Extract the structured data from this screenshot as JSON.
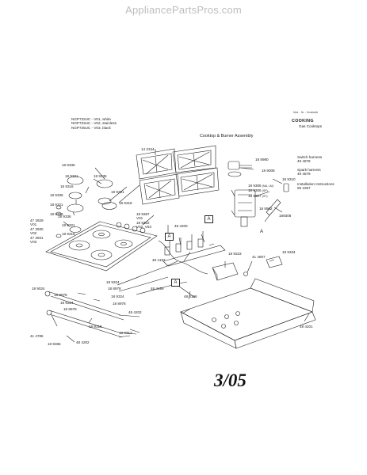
{
  "watermark": "AppliancePartsPros.com",
  "header": {
    "models": [
      "NGP732UC - V01, white",
      "NGP733UC - V02, stainless",
      "NGP735UC - V03, black"
    ],
    "assembly_title": "Cooktop & Burner Assembly",
    "brand_line": "COOKING",
    "brand_sub": "Gas Cooktops",
    "tiny_note": "Mod. - Nr. - Konstante"
  },
  "sidebar_info": [
    {
      "label": "Switch harness",
      "number": "49 4878"
    },
    {
      "label": "Spark harness",
      "number": "49 4679"
    },
    {
      "label": "Installation Instructions",
      "number": "59 1957"
    }
  ],
  "part_labels": {
    "p189335": "18 9335",
    "p189321a": "18 9321",
    "p189316a": "18 9316",
    "p189336": "18 9336",
    "p189321b": "18 9321",
    "p189318a": "18 9318",
    "p189335b": "18 9335",
    "p189321c": "18 9321",
    "p189318b": "18 9318",
    "p189336b": "18 9336",
    "p189321d": "18 9321",
    "p189318c": "18 9318",
    "p142344": "14 2344",
    "p189367": "18 9367",
    "p_v01": "V01",
    "p189302": "18 9302",
    "p_v02v03": "V02, V03",
    "p474200": "48 4200",
    "p473929": "47 3929",
    "p_v01b": "V01",
    "p473930": "47 3930",
    "p_v02": "V02",
    "p473931": "47 3931",
    "p_v03": "V03",
    "p484197": "48 4197",
    "p189323": "18 9323",
    "p414807": "41 4807",
    "p189334": "18 9334",
    "p189324a": "18 9324",
    "p188978a": "18 8978",
    "p189024": "18 9024",
    "p188978b": "18 8978",
    "p189324b": "18 9324",
    "p189324c": "18 9324",
    "p188978c": "18 8978",
    "p188978d": "18 8978",
    "p484199": "48 4199",
    "p484196": "48 4196",
    "p484202a": "48 4202",
    "p414785": "41 4785",
    "p189315": "18 9315",
    "p189313": "18 9313",
    "p189365": "18 9365",
    "p484202b": "48 4202",
    "p484201": "48 4201",
    "p188980": "18 8980",
    "p189008": "18 9008",
    "p189310": "18 9310",
    "p189305": "18 9305",
    "p189305_tag": "(MA, LM)",
    "p189306": "18 9306",
    "p189306_tag": "(SP)",
    "p189307": "18 9307",
    "p189307_tag": "(ST)",
    "p188962": "18 8962",
    "p189308": "189308",
    "detail_a": "A",
    "callout_a": "A"
  },
  "page_date": "3/05"
}
